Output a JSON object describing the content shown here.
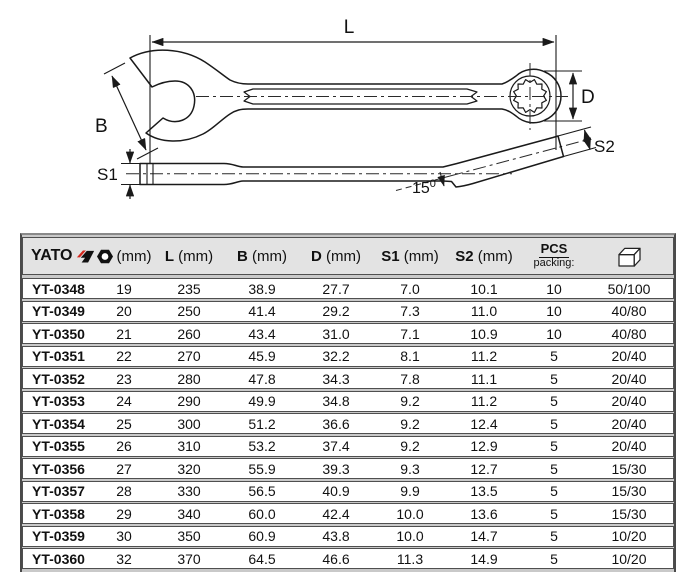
{
  "diagram": {
    "labels": {
      "length": "L",
      "jaw_width": "B",
      "ring_diameter": "D",
      "s1": "S1",
      "s2": "S2",
      "angle_value": "15",
      "angle_sup": "0"
    }
  },
  "table": {
    "header": {
      "brand": "YATO",
      "size_unit": "(mm)",
      "columns": [
        {
          "symbol": "L",
          "unit": "(mm)"
        },
        {
          "symbol": "B",
          "unit": "(mm)"
        },
        {
          "symbol": "D",
          "unit": "(mm)"
        },
        {
          "symbol": "S1",
          "unit": "(mm)"
        },
        {
          "symbol": "S2",
          "unit": "(mm)"
        }
      ],
      "pcs_line1": "PCS",
      "pcs_line2": "packing:"
    },
    "rows": [
      {
        "code": "YT-0348",
        "size": "19",
        "l": "235",
        "b": "38.9",
        "d": "27.7",
        "s1": "7.0",
        "s2": "10.1",
        "pcs": "10",
        "pack": "50/100"
      },
      {
        "code": "YT-0349",
        "size": "20",
        "l": "250",
        "b": "41.4",
        "d": "29.2",
        "s1": "7.3",
        "s2": "11.0",
        "pcs": "10",
        "pack": "40/80"
      },
      {
        "code": "YT-0350",
        "size": "21",
        "l": "260",
        "b": "43.4",
        "d": "31.0",
        "s1": "7.1",
        "s2": "10.9",
        "pcs": "10",
        "pack": "40/80"
      },
      {
        "code": "YT-0351",
        "size": "22",
        "l": "270",
        "b": "45.9",
        "d": "32.2",
        "s1": "8.1",
        "s2": "11.2",
        "pcs": "5",
        "pack": "20/40"
      },
      {
        "code": "YT-0352",
        "size": "23",
        "l": "280",
        "b": "47.8",
        "d": "34.3",
        "s1": "7.8",
        "s2": "11.1",
        "pcs": "5",
        "pack": "20/40"
      },
      {
        "code": "YT-0353",
        "size": "24",
        "l": "290",
        "b": "49.9",
        "d": "34.8",
        "s1": "9.2",
        "s2": "11.2",
        "pcs": "5",
        "pack": "20/40"
      },
      {
        "code": "YT-0354",
        "size": "25",
        "l": "300",
        "b": "51.2",
        "d": "36.6",
        "s1": "9.2",
        "s2": "12.4",
        "pcs": "5",
        "pack": "20/40"
      },
      {
        "code": "YT-0355",
        "size": "26",
        "l": "310",
        "b": "53.2",
        "d": "37.4",
        "s1": "9.2",
        "s2": "12.9",
        "pcs": "5",
        "pack": "20/40"
      },
      {
        "code": "YT-0356",
        "size": "27",
        "l": "320",
        "b": "55.9",
        "d": "39.3",
        "s1": "9.3",
        "s2": "12.7",
        "pcs": "5",
        "pack": "15/30"
      },
      {
        "code": "YT-0357",
        "size": "28",
        "l": "330",
        "b": "56.5",
        "d": "40.9",
        "s1": "9.9",
        "s2": "13.5",
        "pcs": "5",
        "pack": "15/30"
      },
      {
        "code": "YT-0358",
        "size": "29",
        "l": "340",
        "b": "60.0",
        "d": "42.4",
        "s1": "10.0",
        "s2": "13.6",
        "pcs": "5",
        "pack": "15/30"
      },
      {
        "code": "YT-0359",
        "size": "30",
        "l": "350",
        "b": "60.9",
        "d": "43.8",
        "s1": "10.0",
        "s2": "14.7",
        "pcs": "5",
        "pack": "10/20"
      },
      {
        "code": "YT-0360",
        "size": "32",
        "l": "370",
        "b": "64.5",
        "d": "46.6",
        "s1": "11.3",
        "s2": "14.9",
        "pcs": "5",
        "pack": "10/20"
      }
    ]
  },
  "colors": {
    "accent_red": "#d5281e",
    "line_black": "#1a1a1a",
    "header_bg": "#e3e3e3",
    "grid_dark": "#4f4f4f"
  }
}
